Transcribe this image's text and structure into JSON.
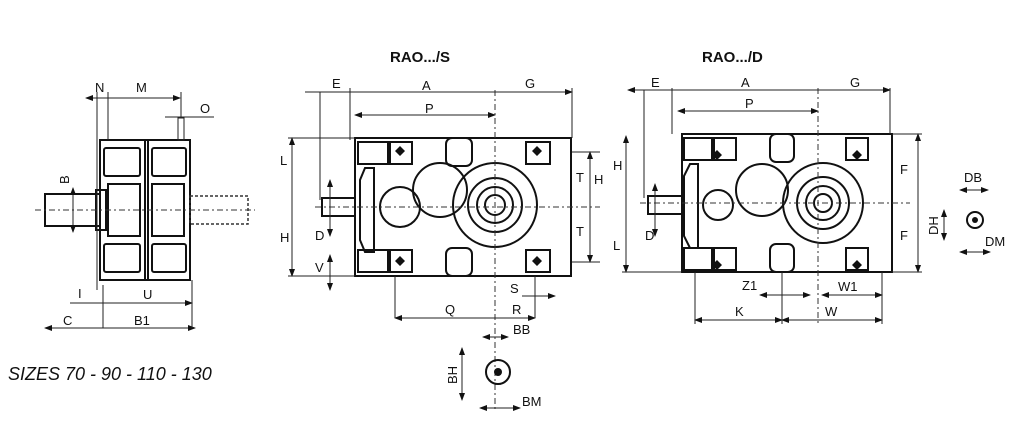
{
  "side_view": {
    "labels": {
      "N": "N",
      "M": "M",
      "O": "O",
      "B": "B",
      "I": "I",
      "U": "U",
      "C": "C",
      "B1": "B1"
    }
  },
  "sizes_caption": "SIZES  70 - 90 - 110 - 130",
  "view_s": {
    "title": "RAO.../S",
    "labels": {
      "E": "E",
      "A": "A",
      "G": "G",
      "P": "P",
      "L": "L",
      "H": "H",
      "D": "D",
      "V": "V",
      "T1": "T",
      "T2": "T",
      "H2": "H",
      "Q": "Q",
      "S": "S",
      "R": "R",
      "BB": "BB",
      "BH": "BH",
      "BM": "BM"
    }
  },
  "view_d": {
    "title": "RAO.../D",
    "labels": {
      "E": "E",
      "A": "A",
      "G": "G",
      "P": "P",
      "H": "H",
      "D": "D",
      "L": "L",
      "F1": "F",
      "F2": "F",
      "DB": "DB",
      "DH": "DH",
      "DM": "DM",
      "Z1": "Z1",
      "W1": "W1",
      "K": "K",
      "W": "W"
    }
  }
}
